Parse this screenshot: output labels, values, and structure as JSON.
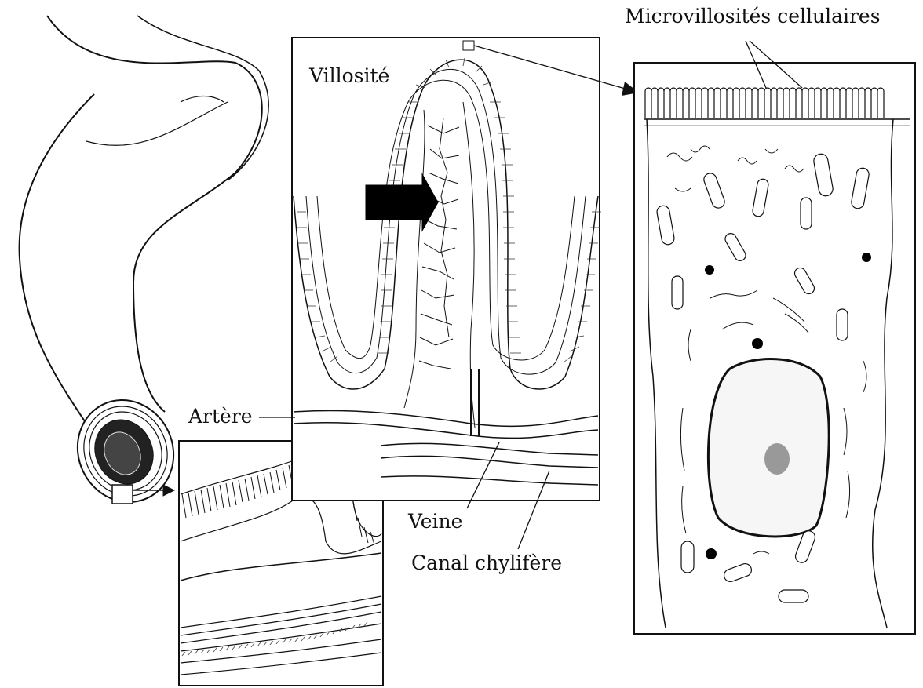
{
  "labels": {
    "microvillosites": "Microvillosités cellulaires",
    "villosite": "Villosité",
    "artere": "Artère",
    "veine": "Veine",
    "canal": "Canal chylifère"
  },
  "colors": {
    "ink": "#111111",
    "paper": "#ffffff",
    "arrow": "#000000"
  }
}
